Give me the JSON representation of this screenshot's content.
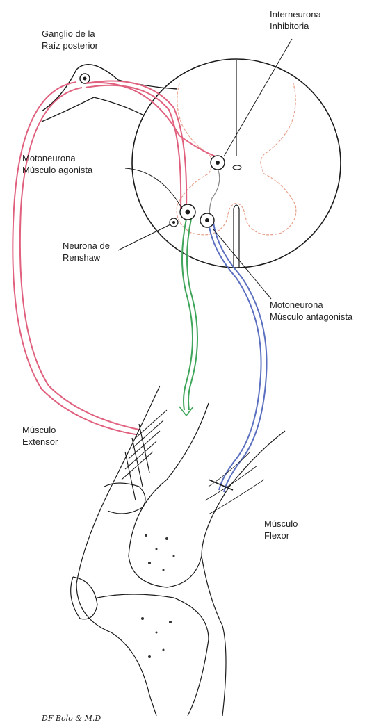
{
  "labels": {
    "ganglio": [
      "Ganglio de la",
      "Raíz posterior"
    ],
    "interneurona": [
      "Interneurona",
      "Inhibitoria"
    ],
    "motoneurona_agonista": [
      "Motoneurona",
      "Músculo agonista"
    ],
    "renshaw": [
      "Neurona de",
      "Renshaw"
    ],
    "motoneurona_antagonista": [
      "Motoneurona",
      "Músculo antagonista"
    ],
    "musculo_extensor": [
      "Músculo",
      "Extensor"
    ],
    "musculo_flexor": [
      "Músculo",
      "Flexor"
    ]
  },
  "signature": "DF Bolo & M.D",
  "colors": {
    "sensory": "#e0607e",
    "motor_agonist": "#3fa55a",
    "motor_antagonist": "#5a6fc0",
    "gray_matter": "#e8a08a",
    "ink": "#1a1a1a"
  }
}
